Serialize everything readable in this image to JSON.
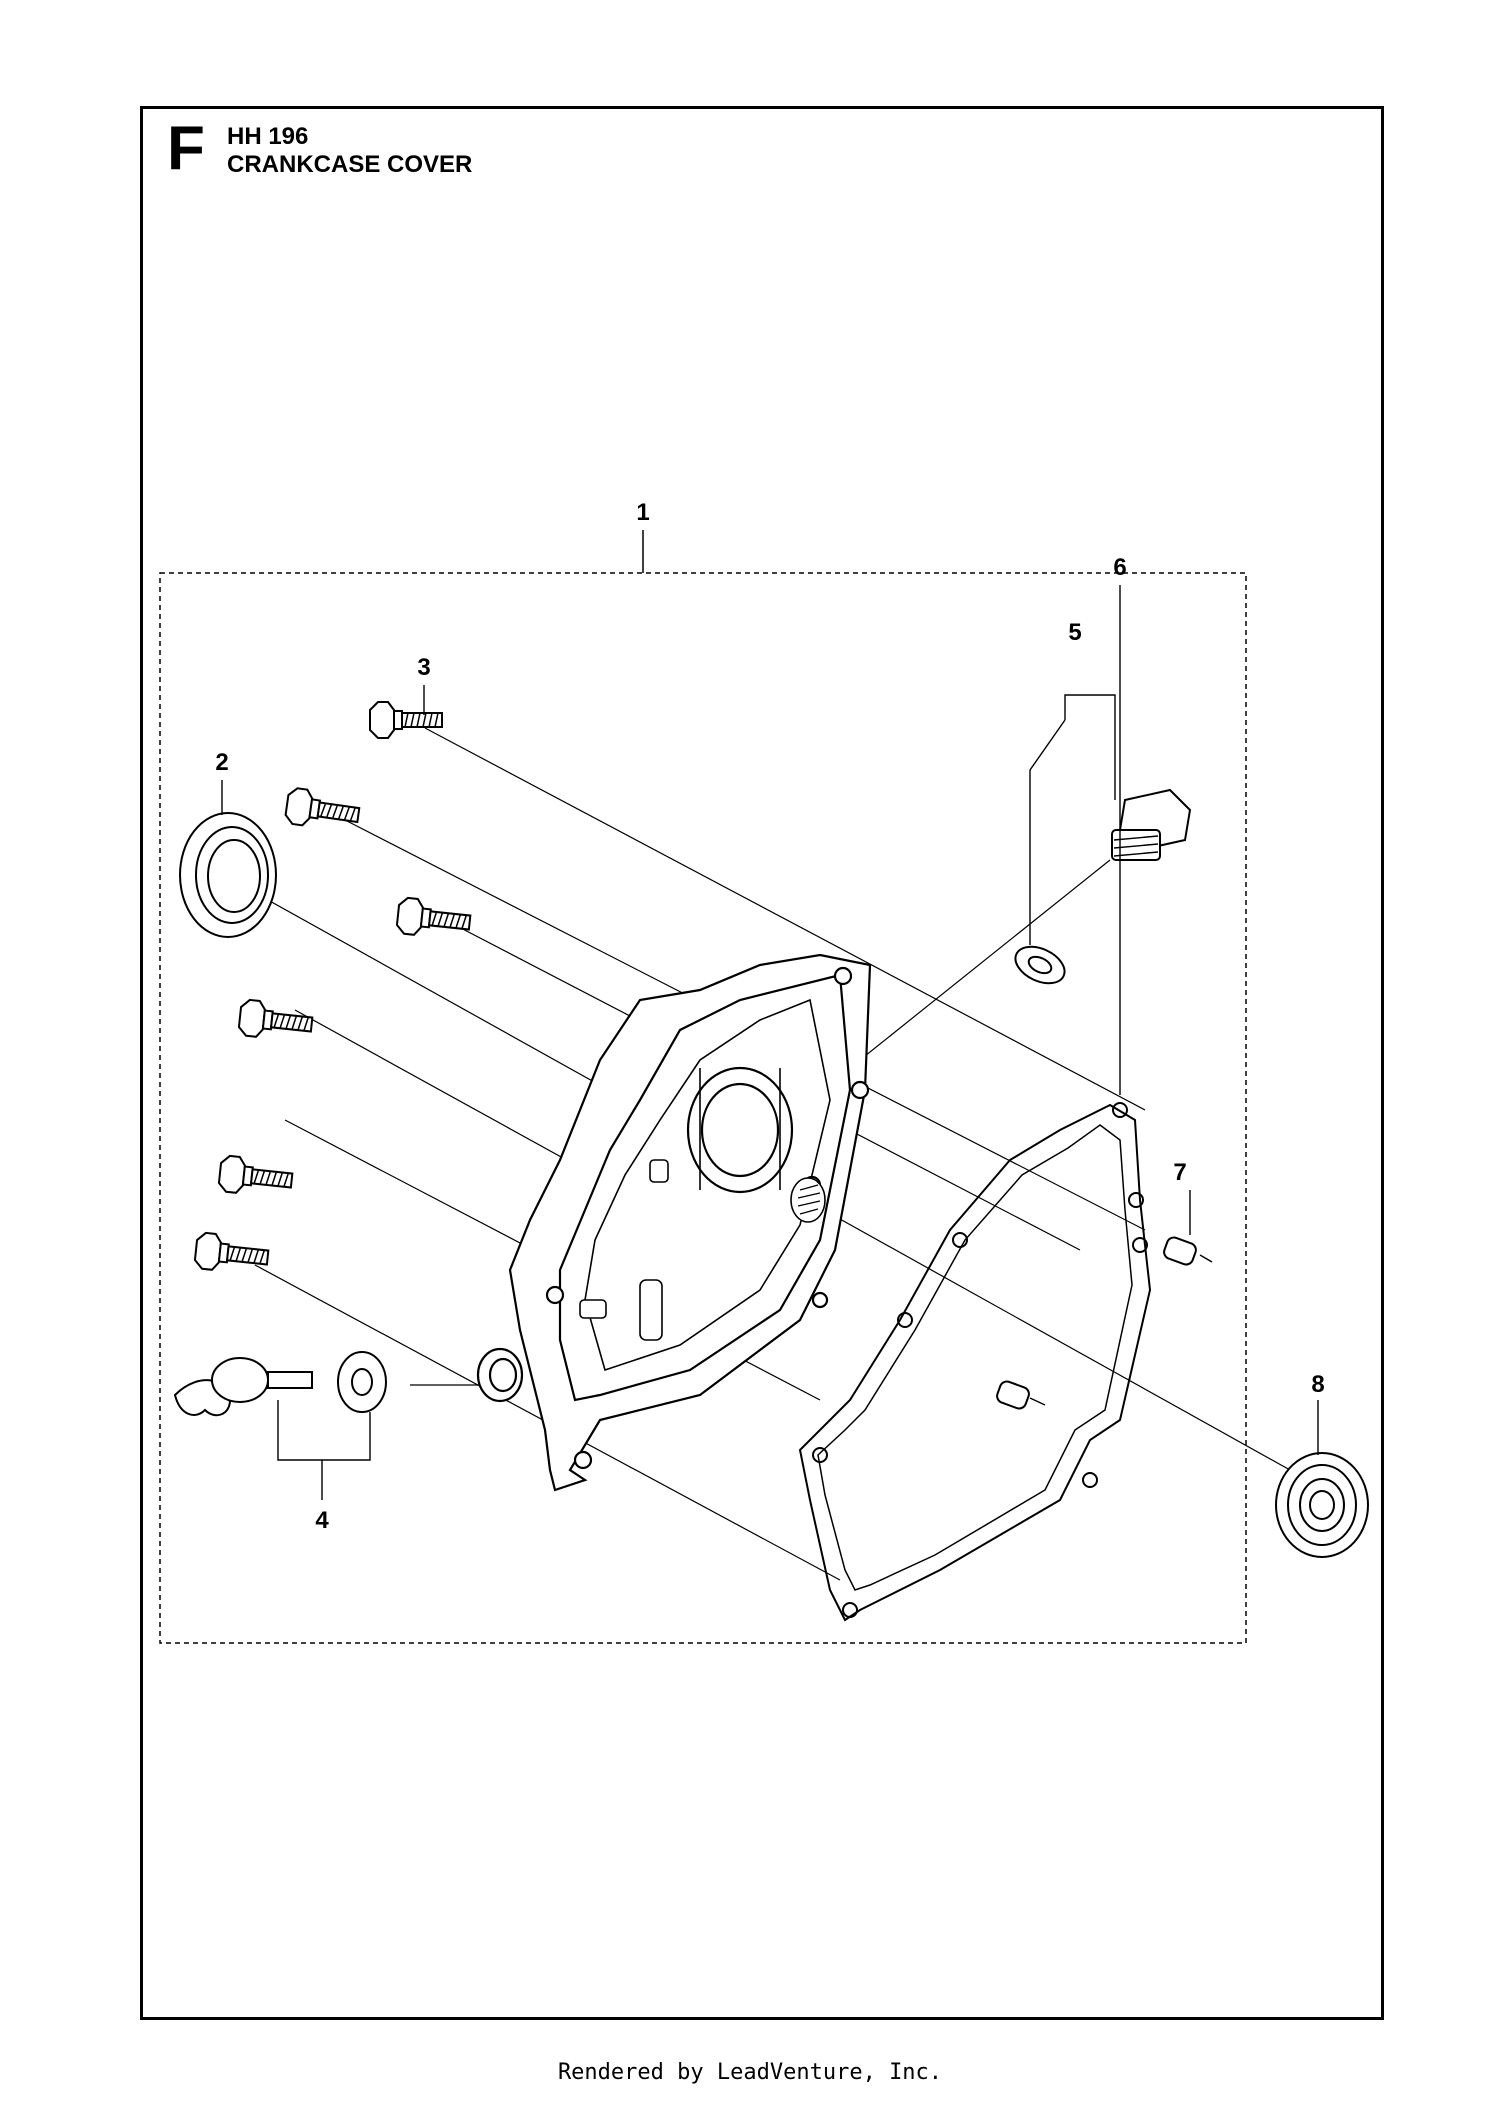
{
  "header": {
    "section_letter": "F",
    "model": "HH 196",
    "title": "CRANKCASE COVER"
  },
  "callouts": [
    "1",
    "2",
    "3",
    "4",
    "5",
    "6",
    "7",
    "8"
  ],
  "footer": {
    "text": "Rendered by LeadVenture, Inc."
  },
  "colors": {
    "line": "#000000",
    "background": "#ffffff"
  }
}
